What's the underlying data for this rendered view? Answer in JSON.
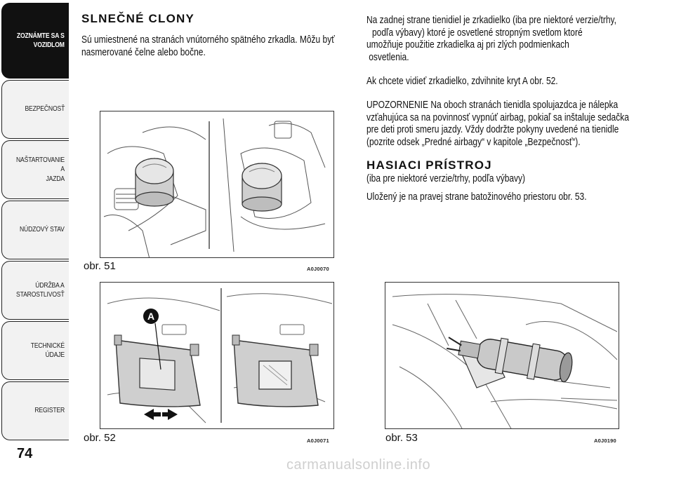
{
  "sidebar": {
    "tabs": [
      {
        "label_line1": "ZOZNÁMTE SA S",
        "label_line2": "VOZIDLOM"
      },
      {
        "label_line1": "BEZPEČNOSŤ",
        "label_line2": ""
      },
      {
        "label_line1": "NAŠTARTOVANIE A",
        "label_line2": "JAZDA"
      },
      {
        "label_line1": "NÚDZOVÝ STAV",
        "label_line2": ""
      },
      {
        "label_line1": "ÚDRŽBA A",
        "label_line2": "STAROSTLIVOSŤ"
      },
      {
        "label_line1": "TECHNICKÉ ÚDAJE",
        "label_line2": ""
      },
      {
        "label_line1": "REGISTER",
        "label_line2": ""
      }
    ],
    "active_tab": "ZOZNÁMTE SA S VOZIDLOM"
  },
  "page_number": "74",
  "left_column": {
    "heading": "SLNEČNÉ CLONY",
    "paragraph_line1": "Sú umiestnené na stranách vnútorného spätného zrkadla. Môžu byť",
    "paragraph_line2": "nasmerované čelne alebo bočne."
  },
  "right_column": {
    "para1_line1": "Na zadnej strane tienidiel je zrkadielko (iba pre niektoré verzie/trhy,",
    "para1_line2": "podľa výbavy)  ktoré je osvetlené stropným  svetlom  ktoré",
    "para1_line3": "umožňuje použitie zrkadielka aj pri zlých podmienkach",
    "para1_line4": "osvetlenia.",
    "para2": "Ak chcete vidieť zrkadielko, zdvihnite kryt A obr. 52.",
    "para3_line1": "UPOZORNENIE Na oboch stranách tienidla spolujazdca je nálepka",
    "para3_line2": "vzťahujúca sa na povinnosť vypnúť airbag, pokiaľ sa inštaluje sedačka",
    "para3_line3": "pre deti proti smeru jazdy. Vždy dodržte pokyny uvedené na tienidle",
    "para3_line4": "(pozrite odsek „Predné airbagy“ v kapitole „Bezpečnosť“).",
    "heading": "HASIACI PRÍSTROJ",
    "para4": "(iba pre niektoré verzie/trhy, podľa výbavy)",
    "para5": "Uložený je na pravej strane batožinového priestoru obr. 53."
  },
  "figures": {
    "fig51": {
      "label": "obr. 51",
      "code": "A0J0070"
    },
    "fig52": {
      "label": "obr. 52",
      "code": "A0J0071",
      "callout": "A"
    },
    "fig53": {
      "label": "obr. 53",
      "code": "A0J0190"
    }
  },
  "watermark": "carmanualsonline.info"
}
